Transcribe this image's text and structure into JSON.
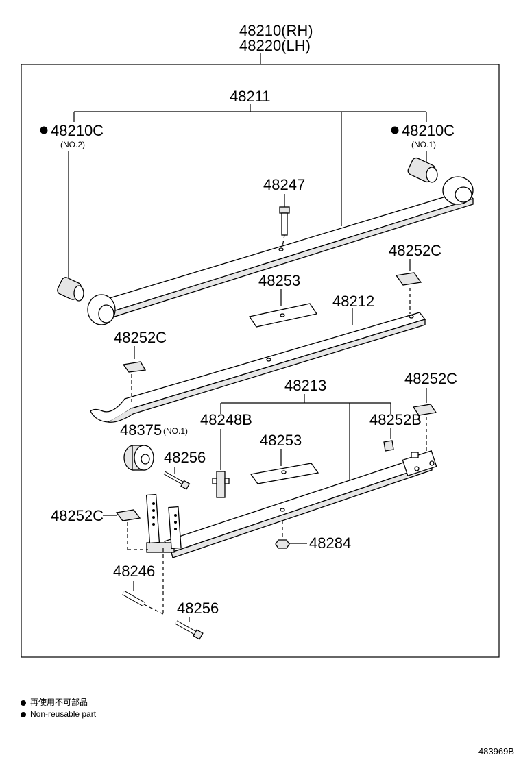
{
  "assembly": {
    "rh": "48210(RH)",
    "lh": "48220(LH)"
  },
  "parts": {
    "p48211": "48211",
    "p48210c_left": "48210C",
    "p48210c_left_sub": "(NO.2)",
    "p48210c_right": "48210C",
    "p48210c_right_sub": "(NO.1)",
    "p48247": "48247",
    "p48252c_a": "48252C",
    "p48253_a": "48253",
    "p48212": "48212",
    "p48252c_b": "48252C",
    "p48213": "48213",
    "p48252c_c": "48252C",
    "p48375": "48375",
    "p48375_sub": "(NO.1)",
    "p48248b": "48248B",
    "p48252b": "48252B",
    "p48253_b": "48253",
    "p48256_a": "48256",
    "p48252c_d": "48252C",
    "p48284": "48284",
    "p48246": "48246",
    "p48256_b": "48256"
  },
  "legend": {
    "jp": "再使用不可部品",
    "en": "Non-reusable part"
  },
  "diagram_code": "483969B"
}
